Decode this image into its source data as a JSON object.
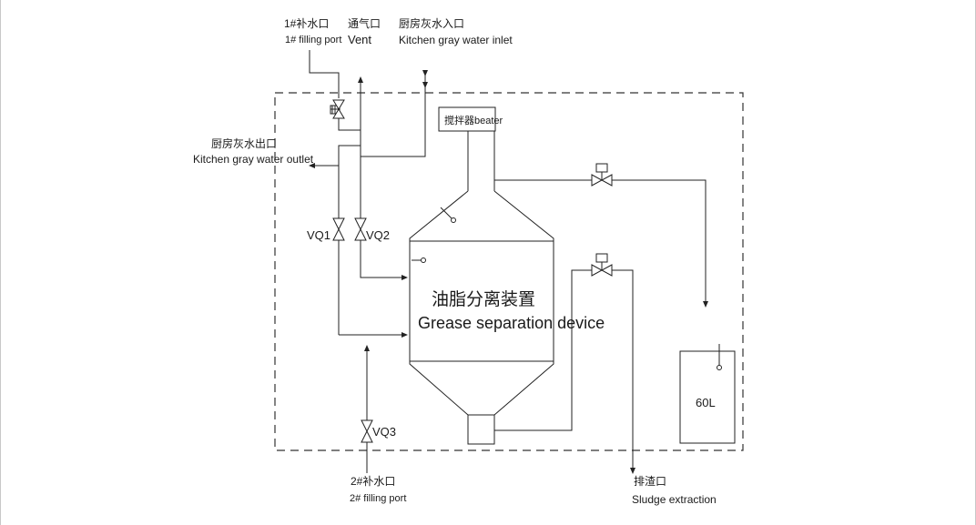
{
  "labels": {
    "filling_port_1_cn": "1#补水口",
    "filling_port_1_en": "1# filling port",
    "vent_cn": "通气口",
    "vent_en": "Vent",
    "gray_inlet_cn": "厨房灰水入口",
    "gray_inlet_en": "Kitchen gray water inlet",
    "gray_outlet_cn": "厨房灰水出口",
    "gray_outlet_en": "Kitchen gray water outlet",
    "beater": "搅拌器beater",
    "device_cn": "油脂分离装置",
    "device_en": "Grease separation device",
    "vq1": "VQ1",
    "vq2": "VQ2",
    "vq3": "VQ3",
    "tank": "60L",
    "filling_port_2_cn": "2#补水口",
    "filling_port_2_en": "2# filling port",
    "sludge_cn": "排渣口",
    "sludge_en": "Sludge extraction"
  }
}
